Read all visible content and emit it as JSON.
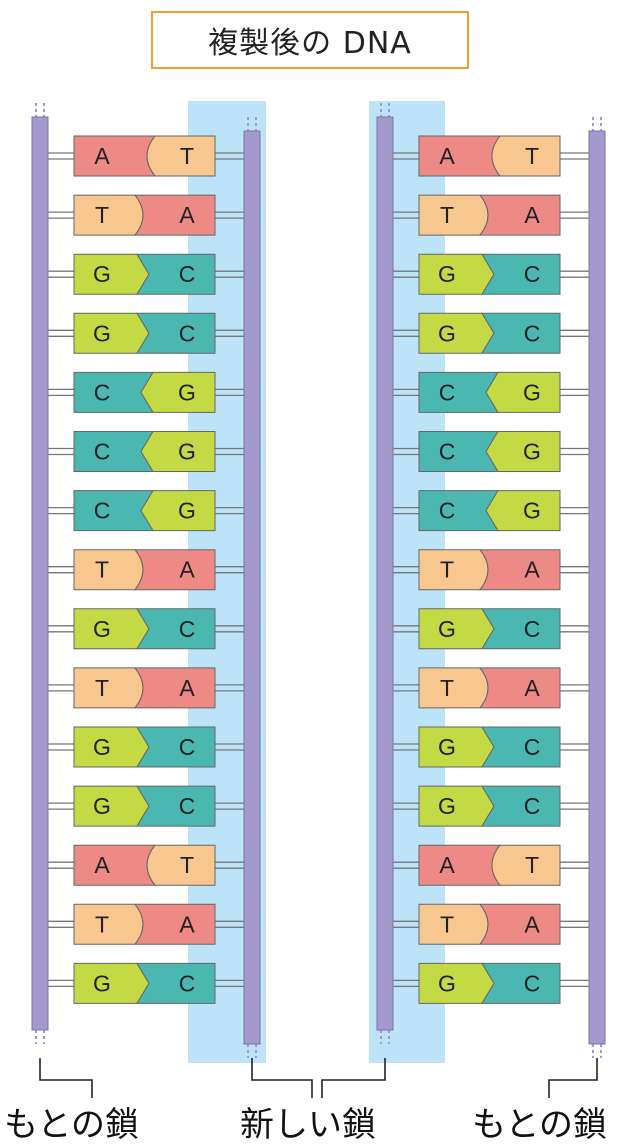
{
  "title": "複製後の DNA",
  "labels": {
    "original_left": "もとの鎖",
    "new": "新しい鎖",
    "original_right": "もとの鎖"
  },
  "colors": {
    "A": "#ee8a86",
    "T": "#f7c78f",
    "G": "#c3da45",
    "C": "#4ab8b1",
    "backbone": "#a499cc",
    "new_strand_highlight": "#bde3f8",
    "title_border": "#f0a030"
  },
  "left_helix": {
    "outer_bases": [
      "A",
      "T",
      "G",
      "G",
      "C",
      "C",
      "C",
      "T",
      "G",
      "T",
      "G",
      "G",
      "A",
      "T",
      "G"
    ],
    "inner_bases": [
      "T",
      "A",
      "C",
      "C",
      "G",
      "G",
      "G",
      "A",
      "C",
      "A",
      "C",
      "C",
      "T",
      "A",
      "C"
    ]
  },
  "right_helix": {
    "inner_bases": [
      "A",
      "T",
      "G",
      "G",
      "C",
      "C",
      "C",
      "T",
      "G",
      "T",
      "G",
      "G",
      "A",
      "T",
      "G"
    ],
    "outer_bases": [
      "T",
      "A",
      "C",
      "C",
      "G",
      "G",
      "G",
      "A",
      "C",
      "A",
      "C",
      "C",
      "T",
      "A",
      "C"
    ]
  }
}
